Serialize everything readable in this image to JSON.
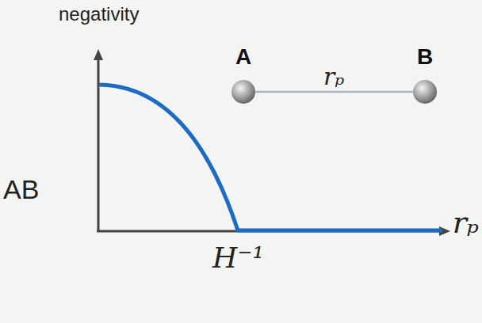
{
  "diagram": {
    "nodes": [
      {
        "text": [
          "A"
        ]
      },
      {
        "text": [
          "B"
        ]
      }
    ],
    "edges": [
      {
        "from": 0,
        "to": 1,
        "label": "rₚ",
        "arrow": "none"
      }
    ],
    "labels": [
      "negativity",
      "AB",
      "H⁻¹",
      "rₚ"
    ]
  }
}
